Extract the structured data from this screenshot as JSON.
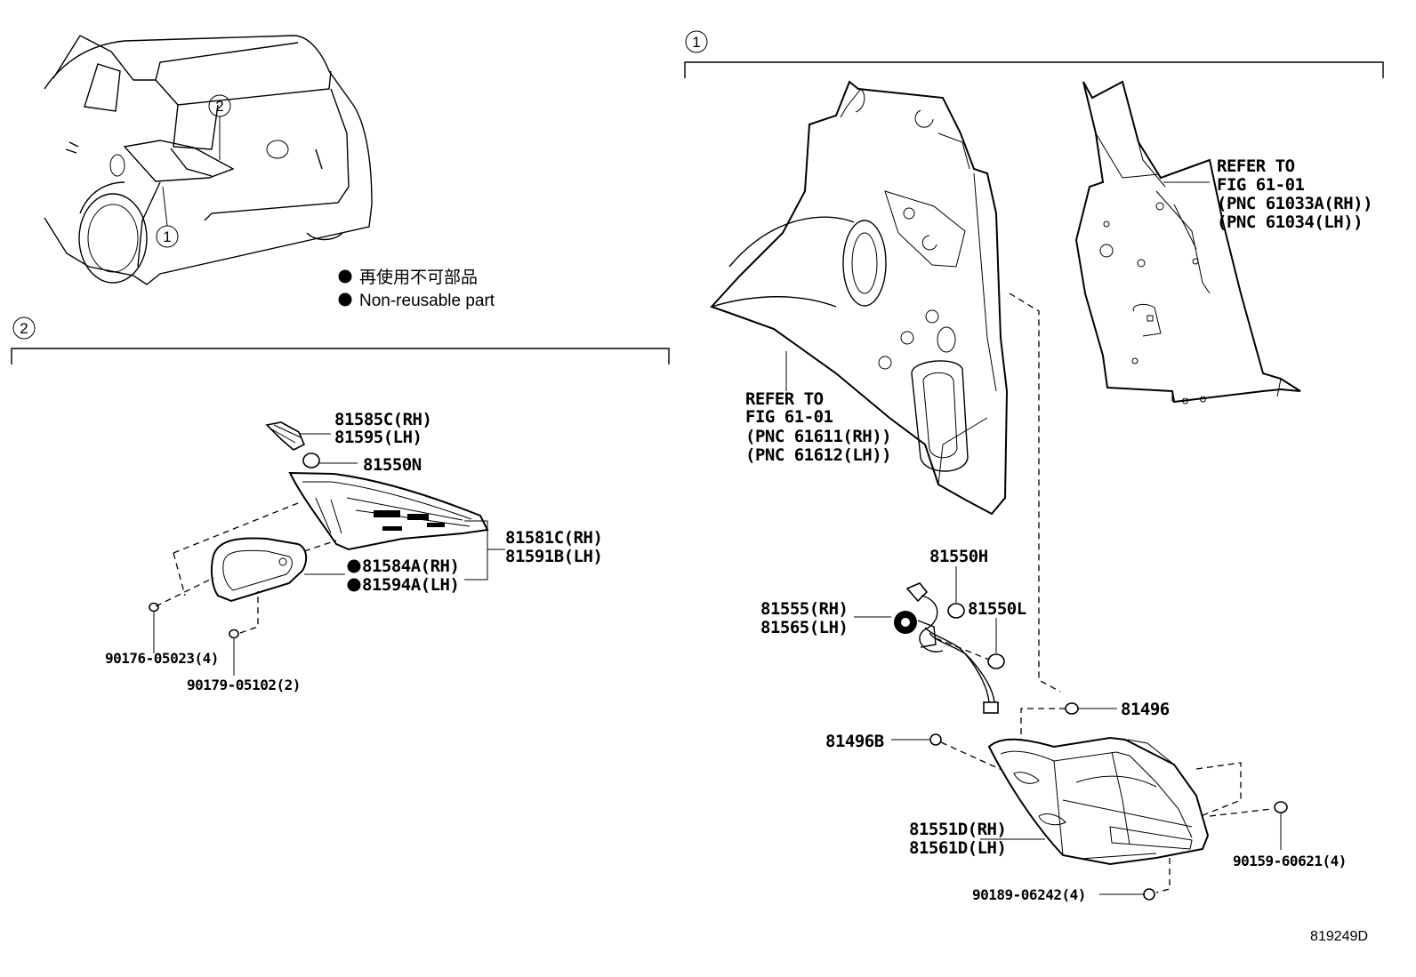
{
  "callouts": {
    "one": "1",
    "two": "2"
  },
  "legend": {
    "jp": "再使用不可部品",
    "en": "Non-reusable part"
  },
  "section_two": {
    "parts": {
      "p81585C": "81585C(RH)",
      "p81595": "81595(LH)",
      "p81550N": "81550N",
      "p81581C": "81581C(RH)",
      "p81591B": "81591B(LH)",
      "p81584A": "81584A(RH)",
      "p81594A": "81594A(LH)",
      "p90176": "90176-05023(4)",
      "p90179": "90179-05102(2)"
    }
  },
  "section_one": {
    "refer_left": {
      "l1": "REFER TO",
      "l2": "FIG 61-01",
      "l3": "(PNC 61611(RH))",
      "l4": "(PNC 61612(LH))"
    },
    "refer_right": {
      "l1": "REFER TO",
      "l2": "FIG 61-01",
      "l3": "(PNC 61033A(RH))",
      "l4": "(PNC 61034(LH))"
    },
    "parts": {
      "p81550H": "81550H",
      "p81555": "81555(RH)",
      "p81565": "81565(LH)",
      "p81550L": "81550L",
      "p81496": "81496",
      "p81496B": "81496B",
      "p81551D": "81551D(RH)",
      "p81561D": "81561D(LH)",
      "p90159": "90159-60621(4)",
      "p90189": "90189-06242(4)"
    }
  },
  "diagram_code": "819249D"
}
